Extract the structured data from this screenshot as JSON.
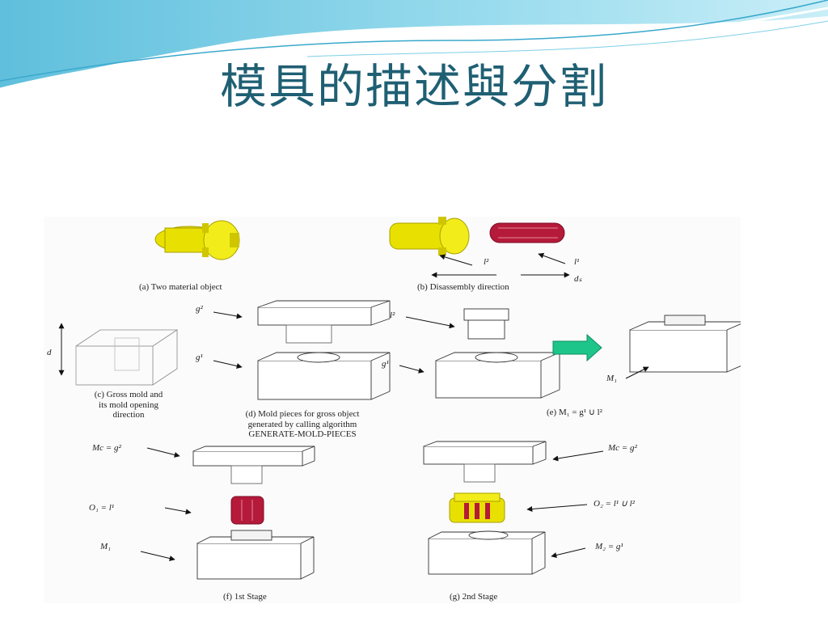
{
  "slide": {
    "title": "模具的描述與分割"
  },
  "colors": {
    "title": "#1f5f73",
    "yellow": "#e8e000",
    "red": "#b51a3a",
    "green_arrow": "#1ec58a",
    "header_wave": "#7ecfe6"
  },
  "figure": {
    "captions": {
      "a": "(a) Two material object",
      "b": "(b) Disassembly direction",
      "c": [
        "(c) Gross mold and",
        "its mold opening",
        "direction"
      ],
      "d": [
        "(d) Mold pieces for gross object",
        "generated by calling algorithm",
        "GENERATE-MOLD-PIECES"
      ],
      "e": "(e) M₁ = g¹ ∪ l²",
      "f": "(f) 1st Stage",
      "g": "(g) 2nd Stage"
    },
    "labels": {
      "b_l2": "l²",
      "b_l1": "l¹",
      "b_ds": "dₛ",
      "c_d": "d",
      "d_g2": "g²",
      "d_g1": "g¹",
      "d_l2": "l²",
      "d_g1b": "g¹",
      "e_m1": "M₁",
      "f_mc": "Mc = g²",
      "f_o1": "O₁ = l¹",
      "f_m1": "M₁",
      "g_mc": "Mc = g²",
      "g_o2": "O₂ = l¹ ∪ l²",
      "g_m2": "M₂ = g¹"
    }
  }
}
